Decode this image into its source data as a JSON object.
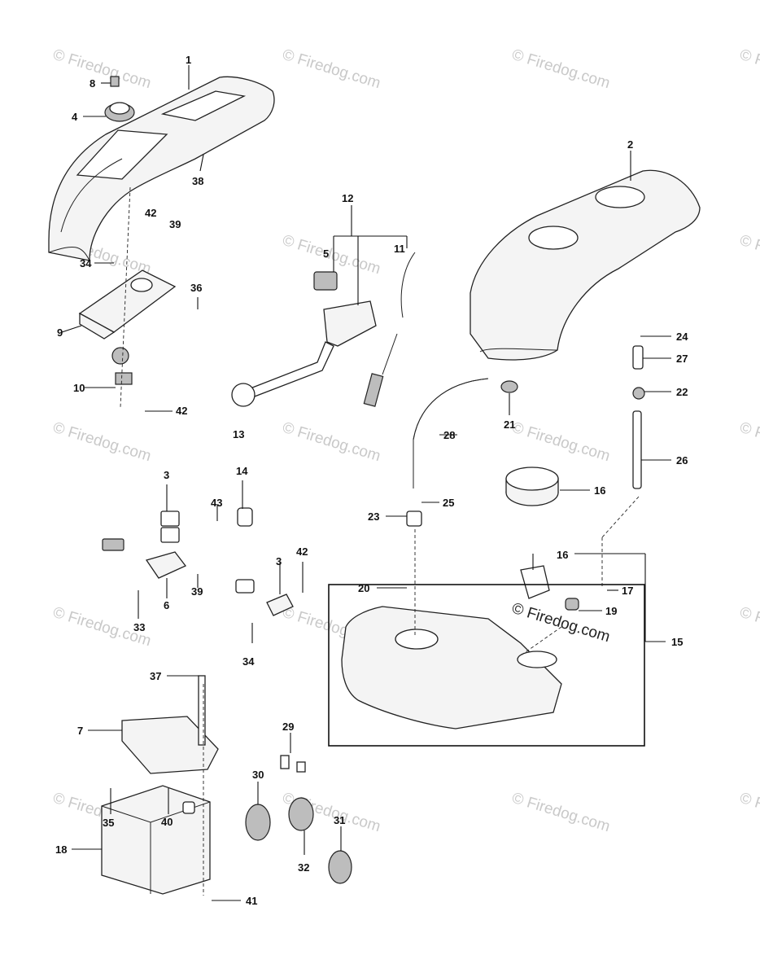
{
  "watermark": {
    "text": "© Firedog.com",
    "main_text": "© Firedog.com"
  },
  "callouts": {
    "c1": "1",
    "c2": "2",
    "c3a": "3",
    "c3b": "3",
    "c4": "4",
    "c5": "5",
    "c6": "6",
    "c7": "7",
    "c8": "8",
    "c9": "9",
    "c10": "10",
    "c11": "11",
    "c12": "12",
    "c13": "13",
    "c14": "14",
    "c15": "15",
    "c16a": "16",
    "c16b": "16",
    "c17": "17",
    "c18": "18",
    "c19": "19",
    "c20": "20",
    "c21": "21",
    "c22": "22",
    "c23": "23",
    "c24": "24",
    "c25": "25",
    "c26": "26",
    "c27": "27",
    "c28": "28",
    "c29": "29",
    "c30": "30",
    "c31": "31",
    "c32": "32",
    "c33": "33",
    "c34a": "34",
    "c34b": "34",
    "c35": "35",
    "c36": "36",
    "c37": "37",
    "c38": "38",
    "c39a": "39",
    "c39b": "39",
    "c40": "40",
    "c41": "41",
    "c42a": "42",
    "c42b": "42",
    "c42c": "42",
    "c43": "43"
  }
}
